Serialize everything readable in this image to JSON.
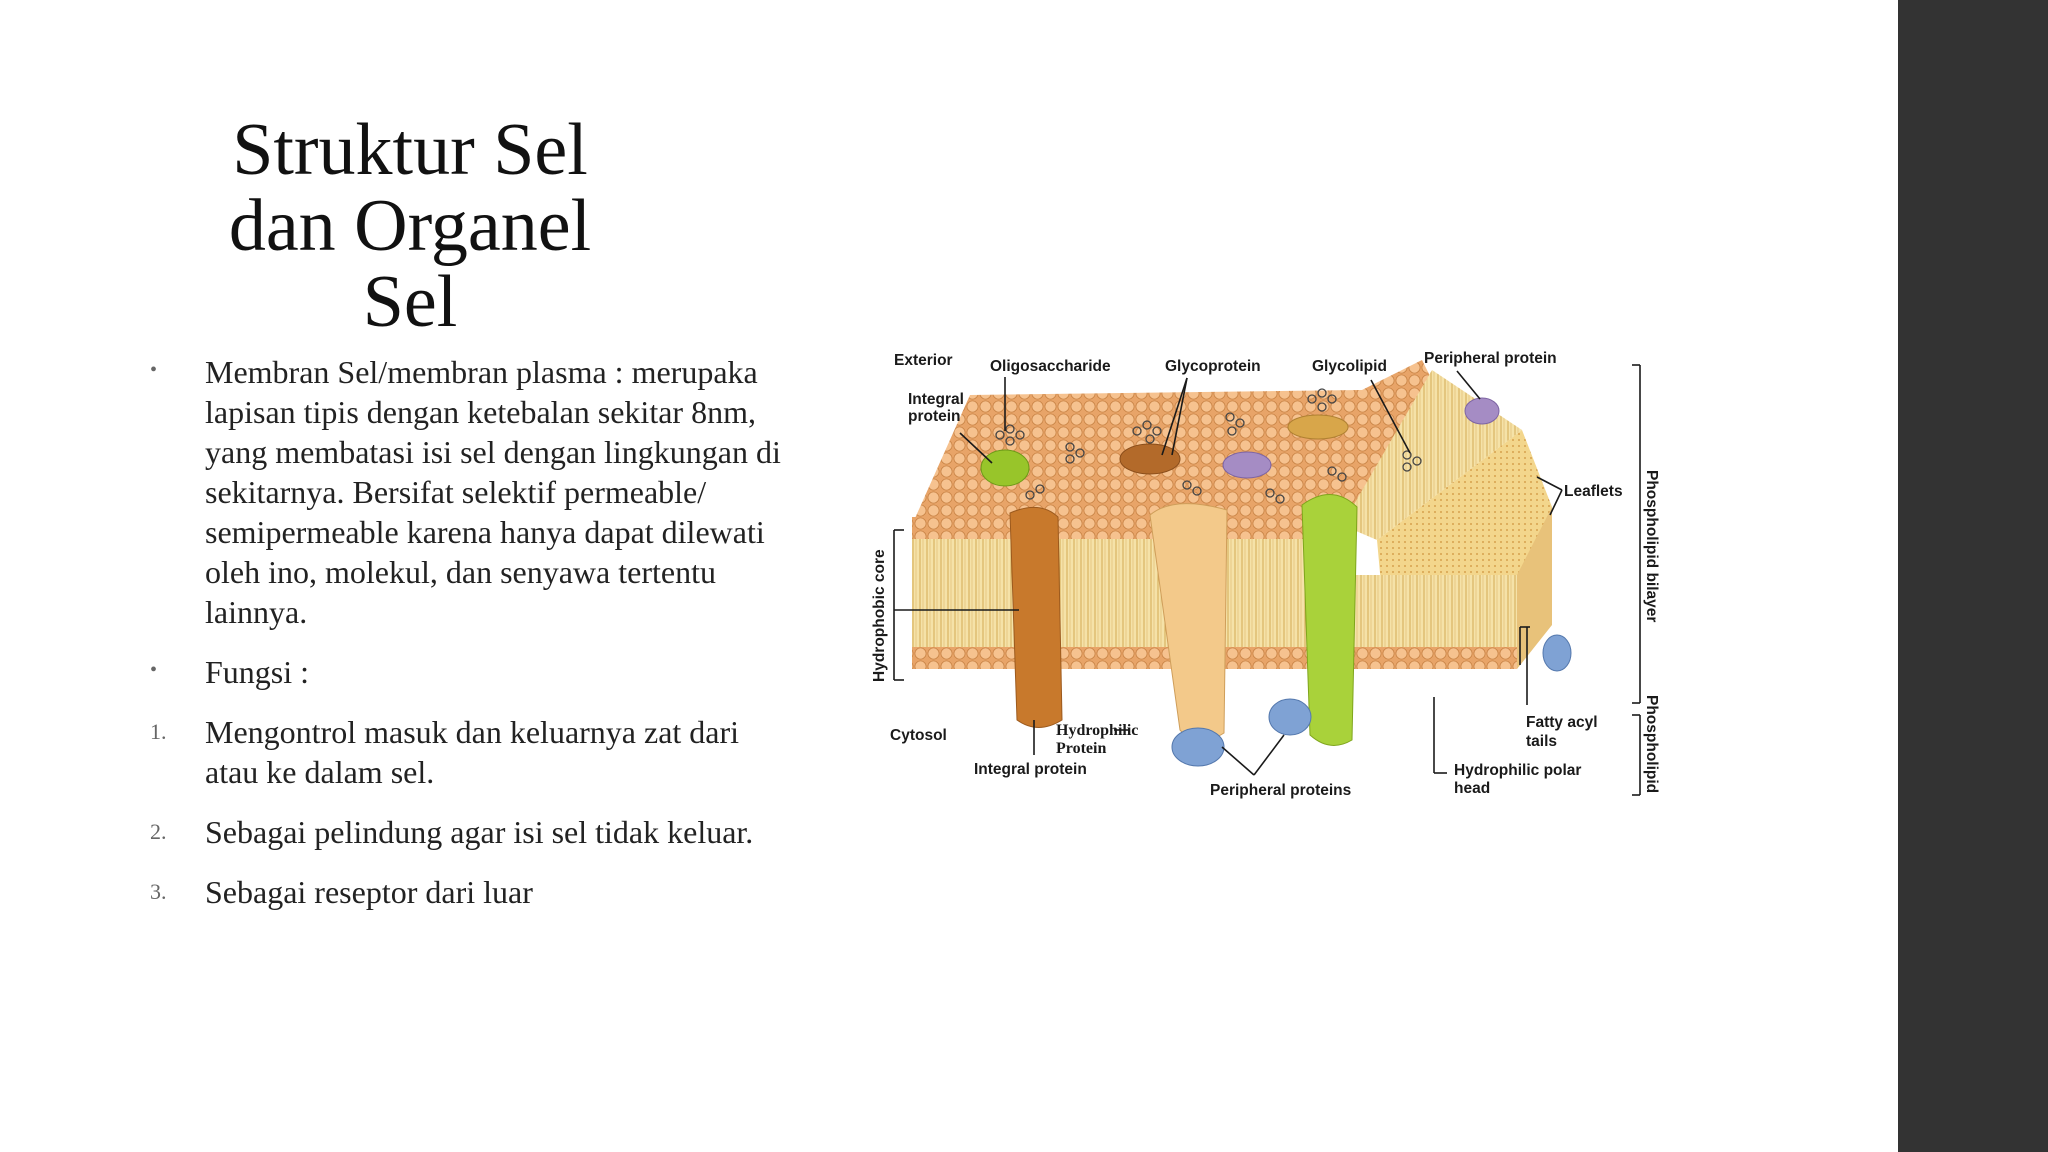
{
  "slide": {
    "title": "Struktur Sel dan Organel Sel",
    "body": [
      {
        "marker": "•",
        "text": "Membran Sel/membran plasma : merupaka lapisan tipis dengan ketebalan sekitar 8nm, yang membatasi isi sel dengan lingkungan di sekitarnya. Bersifat selektif permeable/ semipermeable karena hanya dapat dilewati oleh ino, molekul, dan senyawa tertentu lainnya."
      },
      {
        "marker": "•",
        "text": "Fungsi :"
      },
      {
        "marker": "1.",
        "text": "Mengontrol masuk dan keluarnya zat dari atau ke dalam sel."
      },
      {
        "marker": "2.",
        "text": "Sebagai pelindung agar isi sel tidak keluar."
      },
      {
        "marker": "3.",
        "text": "Sebagai reseptor dari luar"
      }
    ]
  },
  "figure": {
    "labels": {
      "exterior": "Exterior",
      "integral_protein_top_1": "Integral",
      "integral_protein_top_2": "protein",
      "oligosaccharide": "Oligosaccharide",
      "glycoprotein": "Glycoprotein",
      "glycolipid": "Glycolipid",
      "peripheral_protein": "Peripheral protein",
      "leaflets": "Leaflets",
      "phospholipid_bilayer": "Phospholipid bilayer",
      "phospholipid": "Phospholipid",
      "hydrophobic_core": "Hydrophobic core",
      "cytosol": "Cytosol",
      "hydrophilic_protein_1": "Hydrophilic",
      "hydrophilic_protein_2": "Protein",
      "integral_protein_bottom": "Integral protein",
      "peripheral_proteins": "Peripheral proteins",
      "fatty_acyl_tails_1": "Fatty acyl",
      "fatty_acyl_tails_2": "tails",
      "hydrophilic_polar_head_1": "Hydrophilic polar",
      "hydrophilic_polar_head_2": "head"
    }
  },
  "colors": {
    "background": "#ffffff",
    "right_band": "#333333",
    "lipid_head": "#f0b57a",
    "lipid_tail": "#f2d890",
    "protein_brown": "#c8792c",
    "protein_peach": "#f3c98a",
    "protein_green": "#a9d23a",
    "protein_blue": "#7fa2d4",
    "protein_purple": "#a58cc4"
  }
}
